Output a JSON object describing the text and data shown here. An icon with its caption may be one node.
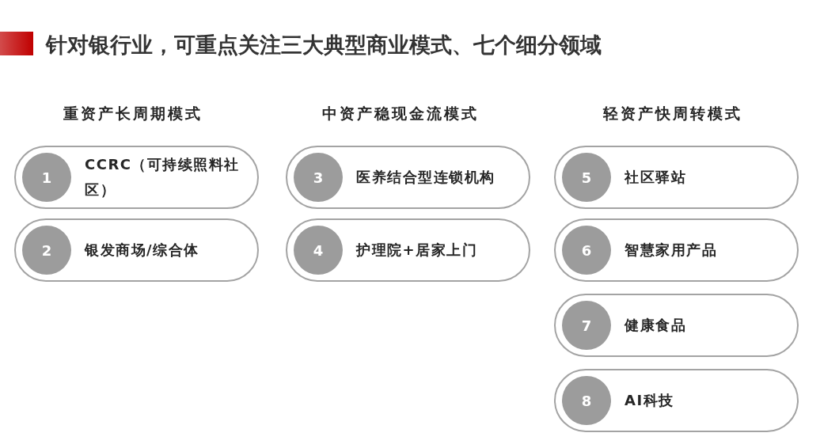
{
  "diagram": {
    "title": "针对银行业，可重点关注三大典型商业模式、七个细分领域",
    "nodes": [
      {
        "text": [
          "CCRC（可持续照料社区）"
        ]
      },
      {
        "text": [
          "1"
        ],
        "in": 0
      },
      {
        "text": [
          "银发商场/综合体"
        ]
      },
      {
        "text": [
          "2"
        ],
        "in": 2
      },
      {
        "text": [
          "医养结合型连锁机构"
        ]
      },
      {
        "text": [
          "3"
        ],
        "in": 4
      },
      {
        "text": [
          "护理院+居家上门"
        ]
      },
      {
        "text": [
          "4"
        ],
        "in": 6
      },
      {
        "text": [
          "社区驿站"
        ]
      },
      {
        "text": [
          "5"
        ],
        "in": 8
      },
      {
        "text": [
          "智慧家用产品"
        ]
      },
      {
        "text": [
          "6"
        ],
        "in": 10
      },
      {
        "text": [
          "健康食品"
        ]
      },
      {
        "text": [
          "7"
        ],
        "in": 12
      },
      {
        "text": [
          "AI科技"
        ]
      },
      {
        "text": [
          "8"
        ],
        "in": 14
      }
    ],
    "labels": [
      "重资产长周期模式",
      "中资产稳现金流模式",
      "轻资产快周转模式"
    ]
  }
}
